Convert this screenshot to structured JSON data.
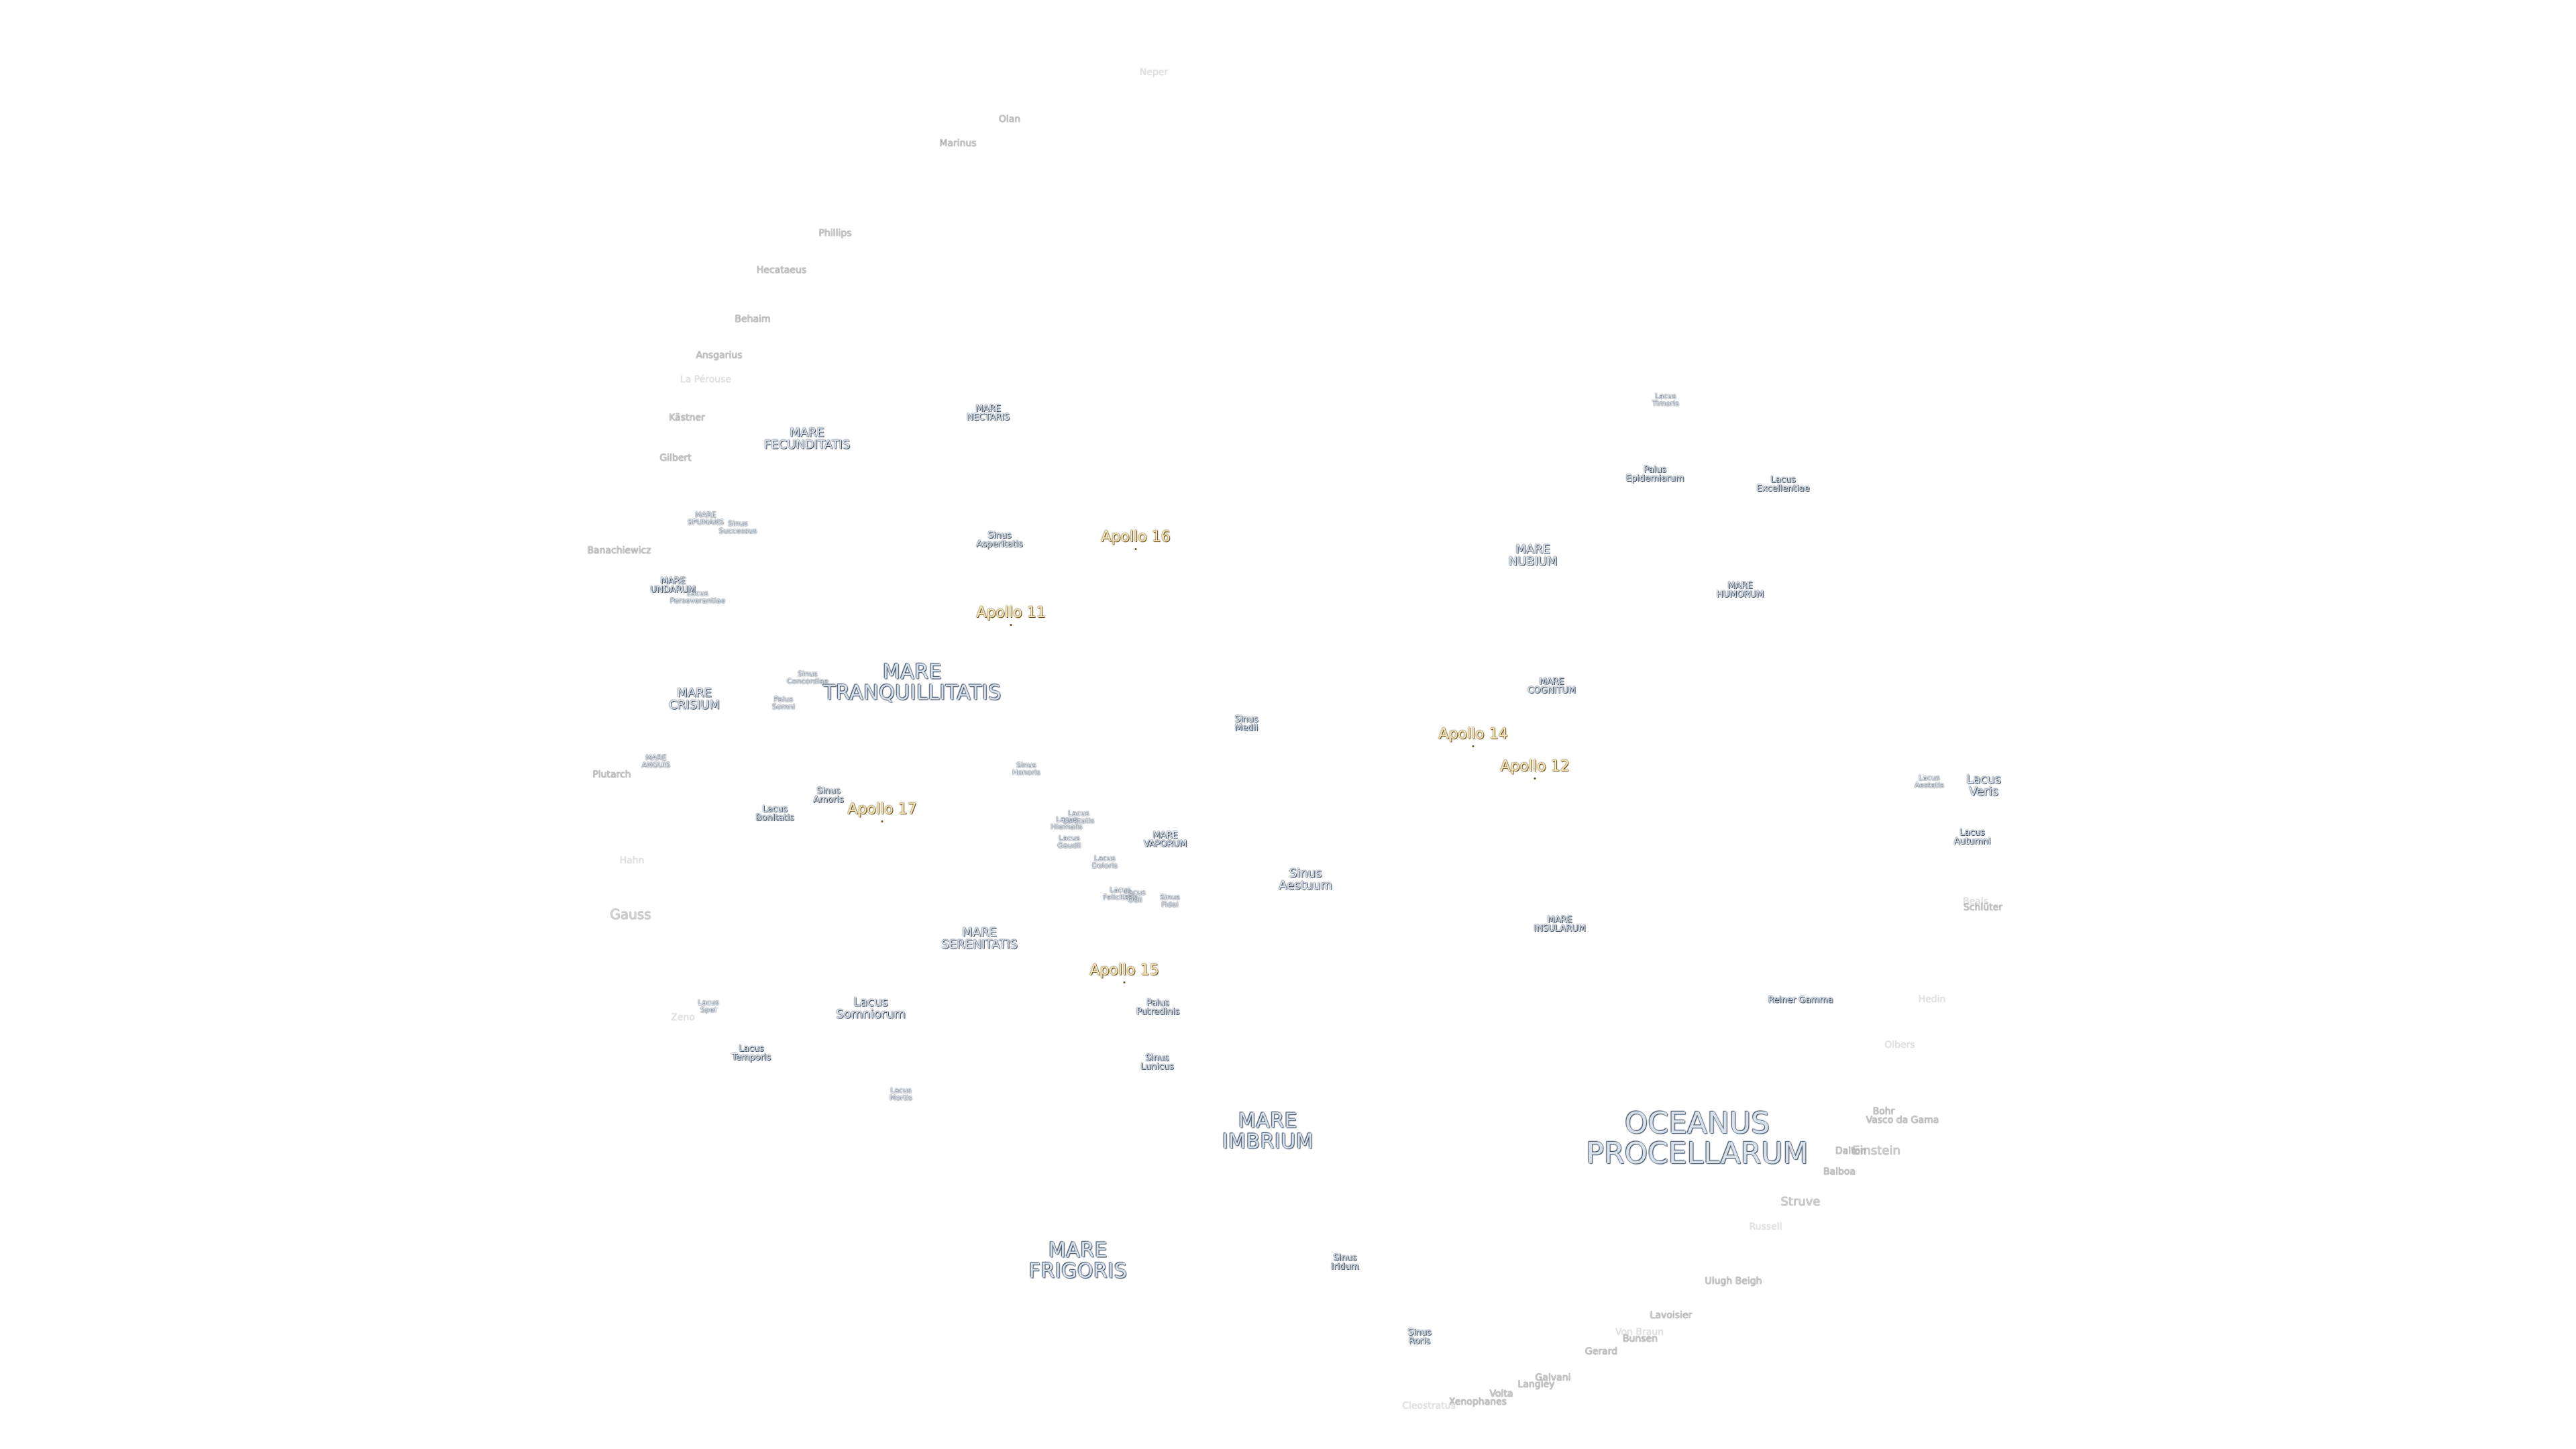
{
  "maria": [
    {
      "id": "oceanus-procellarum",
      "label": [
        "OCEANUS",
        "PROCELLARUM"
      ]
    },
    {
      "id": "mare-imbrium",
      "label": [
        "MARE",
        "IMBRIUM"
      ]
    },
    {
      "id": "mare-frigoris",
      "label": [
        "MARE",
        "FRIGORIS"
      ]
    },
    {
      "id": "mare-serenitatis",
      "label": [
        "MARE",
        "SERENITATIS"
      ]
    },
    {
      "id": "mare-tranquillitatis",
      "label": [
        "MARE",
        "TRANQUILLITATIS"
      ]
    },
    {
      "id": "mare-fecunditatis",
      "label": [
        "MARE",
        "FECUNDITATIS"
      ]
    },
    {
      "id": "mare-crisium",
      "label": [
        "MARE",
        "CRISIUM"
      ]
    },
    {
      "id": "mare-nubium",
      "label": [
        "MARE",
        "NUBIUM"
      ]
    },
    {
      "id": "mare-humorum",
      "label": [
        "MARE",
        "HUMORUM"
      ]
    },
    {
      "id": "mare-insularum",
      "label": [
        "MARE",
        "INSULARUM"
      ]
    },
    {
      "id": "mare-cognitum",
      "label": [
        "MARE",
        "COGNITUM"
      ]
    },
    {
      "id": "mare-nectaris",
      "label": [
        "MARE",
        "NECTARIS"
      ]
    },
    {
      "id": "mare-vaporum",
      "label": [
        "MARE",
        "VAPORUM"
      ]
    },
    {
      "id": "mare-undarum",
      "label": [
        "MARE",
        "UNDARUM"
      ]
    },
    {
      "id": "mare-anguis",
      "label": [
        "MARE",
        "ANGUIS"
      ]
    },
    {
      "id": "mare-spumans",
      "label": [
        "MARE",
        "SPUMANS"
      ]
    }
  ],
  "features": [
    {
      "id": "lacus-timoris",
      "label": [
        "Lacus",
        "Timoris"
      ]
    },
    {
      "id": "palus-epidemiarum",
      "label": [
        "Palus",
        "Epidemiarum"
      ]
    },
    {
      "id": "lacus-excellentiae",
      "label": [
        "Lacus",
        "Excellentiae"
      ]
    },
    {
      "id": "sinus-successus",
      "label": [
        "Sinus",
        "Successus"
      ]
    },
    {
      "id": "sinus-asperitatis",
      "label": [
        "Sinus",
        "Asperitatis"
      ]
    },
    {
      "id": "lacus-perseverantiae",
      "label": [
        "Lacus",
        "Perseverantiae"
      ]
    },
    {
      "id": "sinus-concordiae",
      "label": [
        "Sinus",
        "Concordiae"
      ]
    },
    {
      "id": "palus-somni",
      "label": [
        "Palus",
        "Somni"
      ]
    },
    {
      "id": "sinus-medii",
      "label": [
        "Sinus",
        "Medii"
      ]
    },
    {
      "id": "sinus-amoris",
      "label": [
        "Sinus",
        "Amoris"
      ]
    },
    {
      "id": "lacus-bonitatis",
      "label": [
        "Lacus",
        "Bonitatis"
      ]
    },
    {
      "id": "sinus-honoris",
      "label": [
        "Sinus",
        "Honoris"
      ]
    },
    {
      "id": "lacus-lenitatis",
      "label": [
        "Lacus",
        "Lenitatis"
      ]
    },
    {
      "id": "lacus-hiemalis",
      "label": [
        "Lacus",
        "Hiemalis"
      ]
    },
    {
      "id": "lacus-gaudii",
      "label": [
        "Lacus",
        "Gaudii"
      ]
    },
    {
      "id": "lacus-doloris",
      "label": [
        "Lacus",
        "Doloris"
      ]
    },
    {
      "id": "lacus-felicitatis",
      "label": [
        "Lacus",
        "Felicitatis"
      ]
    },
    {
      "id": "lacus-odii",
      "label": [
        "Lacus",
        "Odii"
      ]
    },
    {
      "id": "sinus-fidei",
      "label": [
        "Sinus",
        "Fidei"
      ]
    },
    {
      "id": "sinus-aestuum",
      "label": [
        "Sinus",
        "Aestuum"
      ]
    },
    {
      "id": "lacus-spei",
      "label": [
        "Lacus",
        "Spei"
      ]
    },
    {
      "id": "lacus-somniorum",
      "label": [
        "Lacus",
        "Somniorum"
      ]
    },
    {
      "id": "lacus-temporis",
      "label": [
        "Lacus",
        "Temporis"
      ]
    },
    {
      "id": "palus-putredinis",
      "label": [
        "Palus",
        "Putredinis"
      ]
    },
    {
      "id": "sinus-lunicus",
      "label": [
        "Sinus",
        "Lunicus"
      ]
    },
    {
      "id": "lacus-mortis",
      "label": [
        "Lacus",
        "Mortis"
      ]
    },
    {
      "id": "sinus-iridum",
      "label": [
        "Sinus",
        "Iridum"
      ]
    },
    {
      "id": "sinus-roris",
      "label": [
        "Sinus",
        "Roris"
      ]
    },
    {
      "id": "lacus-aestatis",
      "label": [
        "Lacus",
        "Aestatis"
      ]
    },
    {
      "id": "lacus-veris",
      "label": [
        "Lacus",
        "Veris"
      ]
    },
    {
      "id": "lacus-autumni",
      "label": [
        "Lacus",
        "Autumni"
      ]
    },
    {
      "id": "reiner-gamma",
      "label": [
        "Reiner Gamma"
      ]
    }
  ],
  "apollo": [
    {
      "id": "apollo-16",
      "label": "Apollo 16"
    },
    {
      "id": "apollo-11",
      "label": "Apollo 11"
    },
    {
      "id": "apollo-14",
      "label": "Apollo 14"
    },
    {
      "id": "apollo-12",
      "label": "Apollo 12"
    },
    {
      "id": "apollo-17",
      "label": "Apollo 17"
    },
    {
      "id": "apollo-15",
      "label": "Apollo 15"
    }
  ],
  "craters": [
    {
      "id": "neper",
      "label": "Neper"
    },
    {
      "id": "olan",
      "label": "Olan"
    },
    {
      "id": "marinus",
      "label": "Marinus"
    },
    {
      "id": "phillips",
      "label": "Phillips"
    },
    {
      "id": "hecataeus",
      "label": "Hecataeus"
    },
    {
      "id": "behaim",
      "label": "Behaim"
    },
    {
      "id": "ansgarius",
      "label": "Ansgarius"
    },
    {
      "id": "la-perouse",
      "label": "La Pérouse"
    },
    {
      "id": "kastner",
      "label": "Kästner"
    },
    {
      "id": "gilbert",
      "label": "Gilbert"
    },
    {
      "id": "banachiewicz",
      "label": "Banachiewicz"
    },
    {
      "id": "plutarch",
      "label": "Plutarch"
    },
    {
      "id": "hahn",
      "label": "Hahn"
    },
    {
      "id": "gauss",
      "label": "Gauss"
    },
    {
      "id": "zeno",
      "label": "Zeno"
    },
    {
      "id": "beals",
      "label": "Beals"
    },
    {
      "id": "schluter",
      "label": "Schlüter"
    },
    {
      "id": "hedin",
      "label": "Hedin"
    },
    {
      "id": "olbers",
      "label": "Olbers"
    },
    {
      "id": "bohr",
      "label": "Bohr"
    },
    {
      "id": "vasco-da-gama",
      "label": "Vasco da Gama"
    },
    {
      "id": "einstein",
      "label": "Einstein"
    },
    {
      "id": "dalton",
      "label": "Dalton"
    },
    {
      "id": "balboa",
      "label": "Balboa"
    },
    {
      "id": "struve",
      "label": "Struve"
    },
    {
      "id": "russell",
      "label": "Russell"
    },
    {
      "id": "ulugh-beigh",
      "label": "Ulugh Beigh"
    },
    {
      "id": "lavoisier",
      "label": "Lavoisier"
    },
    {
      "id": "von-braun",
      "label": "Von Braun"
    },
    {
      "id": "bunsen",
      "label": "Bunsen"
    },
    {
      "id": "gerard",
      "label": "Gerard"
    },
    {
      "id": "galvani",
      "label": "Galvani"
    },
    {
      "id": "langley",
      "label": "Langley"
    },
    {
      "id": "volta",
      "label": "Volta"
    },
    {
      "id": "xenophanes",
      "label": "Xenophanes"
    },
    {
      "id": "cleostratus",
      "label": "Cleostratus"
    }
  ],
  "colors": {
    "background": "#ffffff",
    "mare_fill": "#d8e1ea",
    "mare_outline": "#3f5166",
    "apollo_fill": "#f6e7bd",
    "apollo_outline": "#6b5218",
    "crater_fill": "#c9c9c9"
  }
}
